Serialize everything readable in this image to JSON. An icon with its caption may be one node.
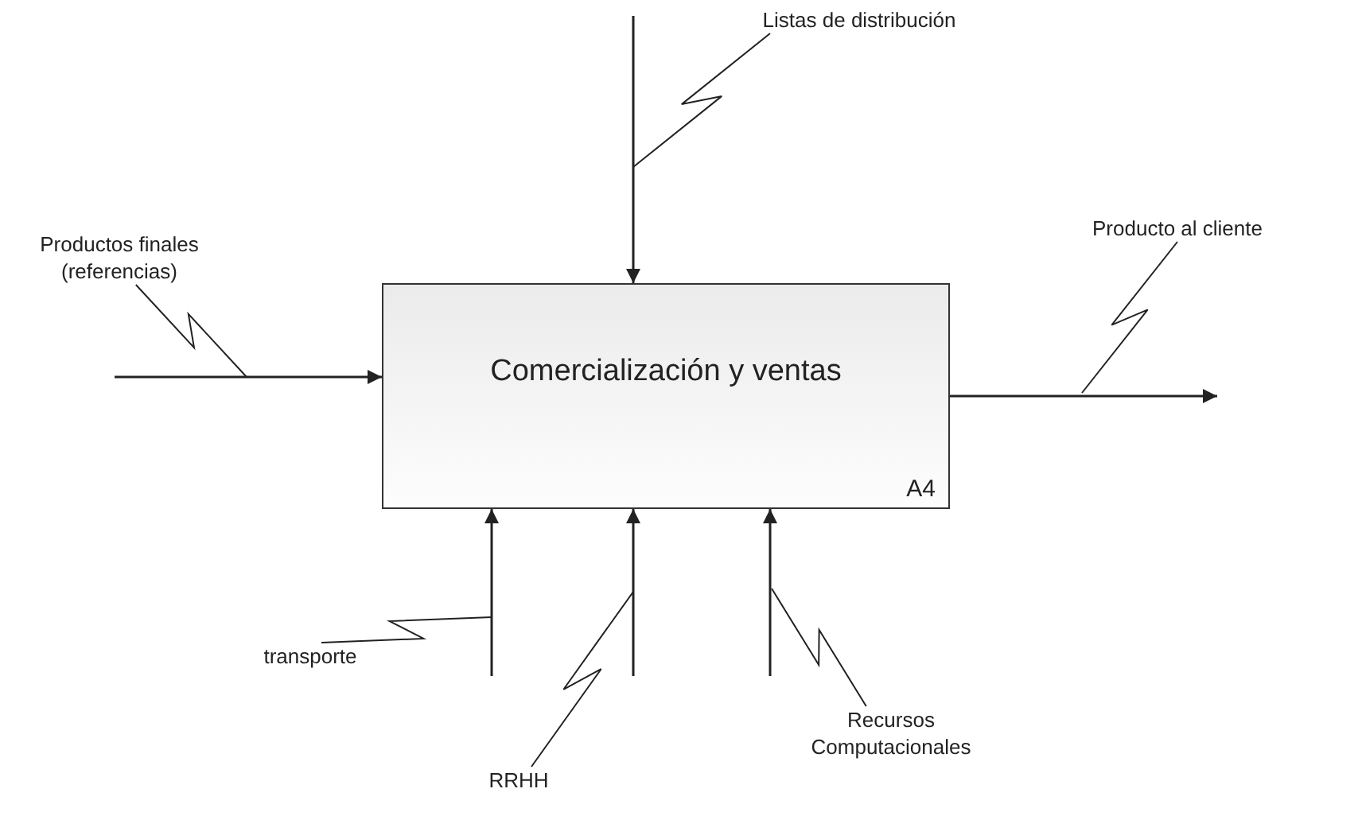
{
  "diagram": {
    "nodes": [
      {
        "text": [
          "Comercialización y ventas",
          "A4"
        ]
      },
      {
        "text": [
          "Productos finales (referencias)"
        ]
      },
      {
        "text": [
          "Listas de distribución"
        ]
      },
      {
        "text": [
          "Producto al cliente"
        ]
      },
      {
        "text": [
          "transporte"
        ]
      },
      {
        "text": [
          "RRHH"
        ]
      },
      {
        "text": [
          "Recursos Computacionales"
        ]
      }
    ],
    "edges": [
      {
        "from": null,
        "to": 0,
        "arrow": "to"
      },
      {
        "from": null,
        "to": 0,
        "arrow": "to"
      },
      {
        "from": 0,
        "to": null,
        "arrow": "to"
      },
      {
        "from": null,
        "to": 0,
        "arrow": "to"
      },
      {
        "from": null,
        "to": 0,
        "arrow": "to"
      },
      {
        "from": null,
        "to": 0,
        "arrow": "to"
      },
      {
        "from": 1,
        "to": null,
        "arrow": "none"
      },
      {
        "from": 2,
        "to": null,
        "arrow": "none"
      },
      {
        "from": 3,
        "to": null,
        "arrow": "none"
      },
      {
        "from": 4,
        "to": null,
        "arrow": "none"
      },
      {
        "from": 5,
        "to": null,
        "arrow": "none"
      },
      {
        "from": 6,
        "to": null,
        "arrow": "none"
      }
    ]
  }
}
